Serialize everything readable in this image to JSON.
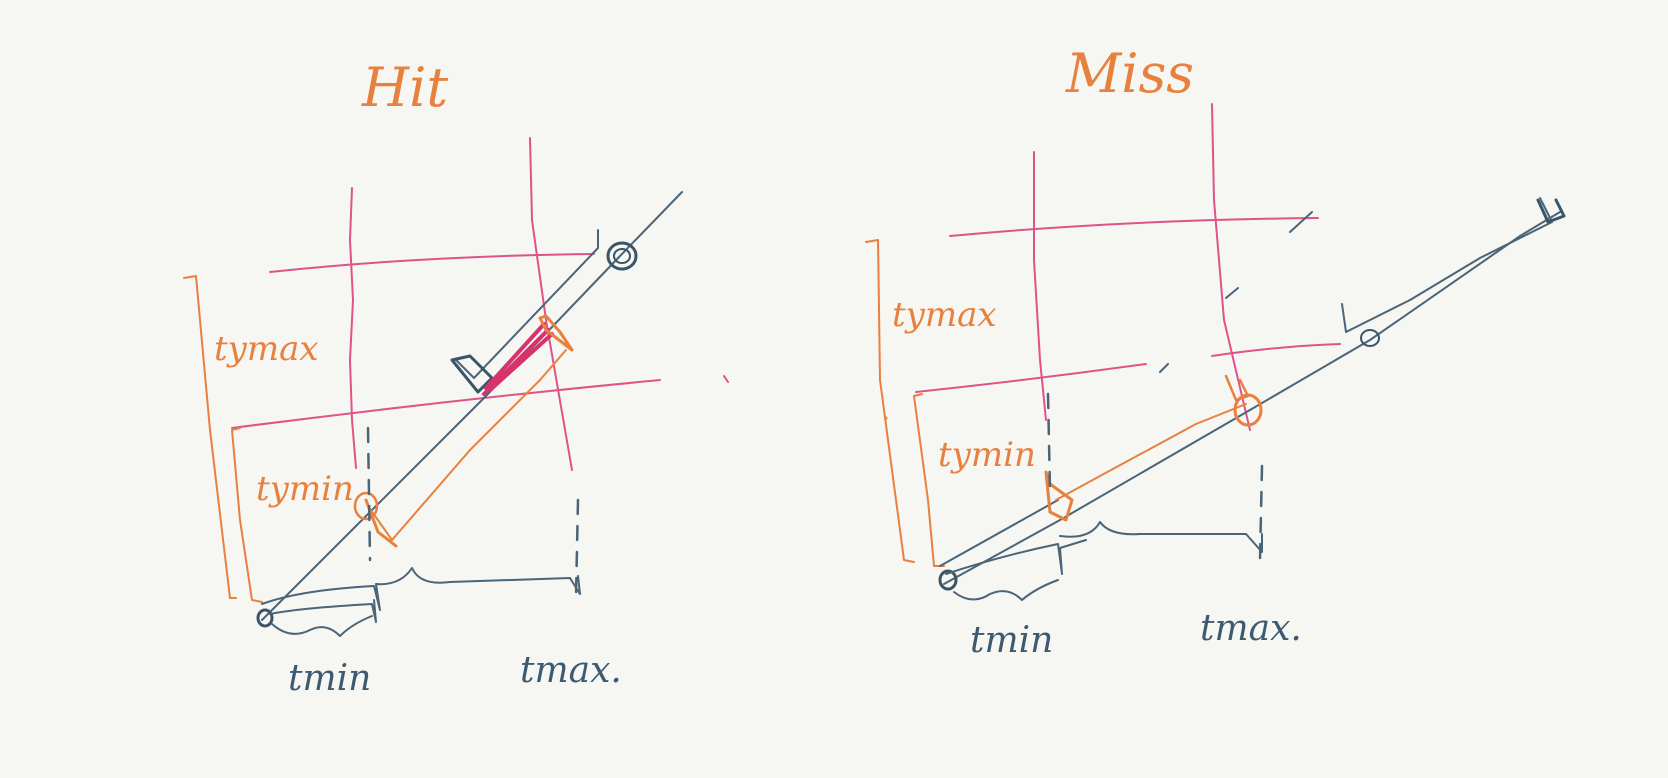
{
  "hit": {
    "title": "Hit",
    "tymax_label": "tymax",
    "tymin_label": "tymin",
    "tmin_label": "tmin",
    "tmax_label": "tmax."
  },
  "miss": {
    "title": "Miss",
    "tymax_label": "tymax",
    "tymin_label": "tymin",
    "tmin_label": "tmin",
    "tmax_label": "tmax."
  },
  "colors": {
    "background": "#f6f6f2",
    "slab_lines": "#e0528a",
    "y_interval": "#e8803e",
    "ray_and_t": "#4a6478"
  }
}
